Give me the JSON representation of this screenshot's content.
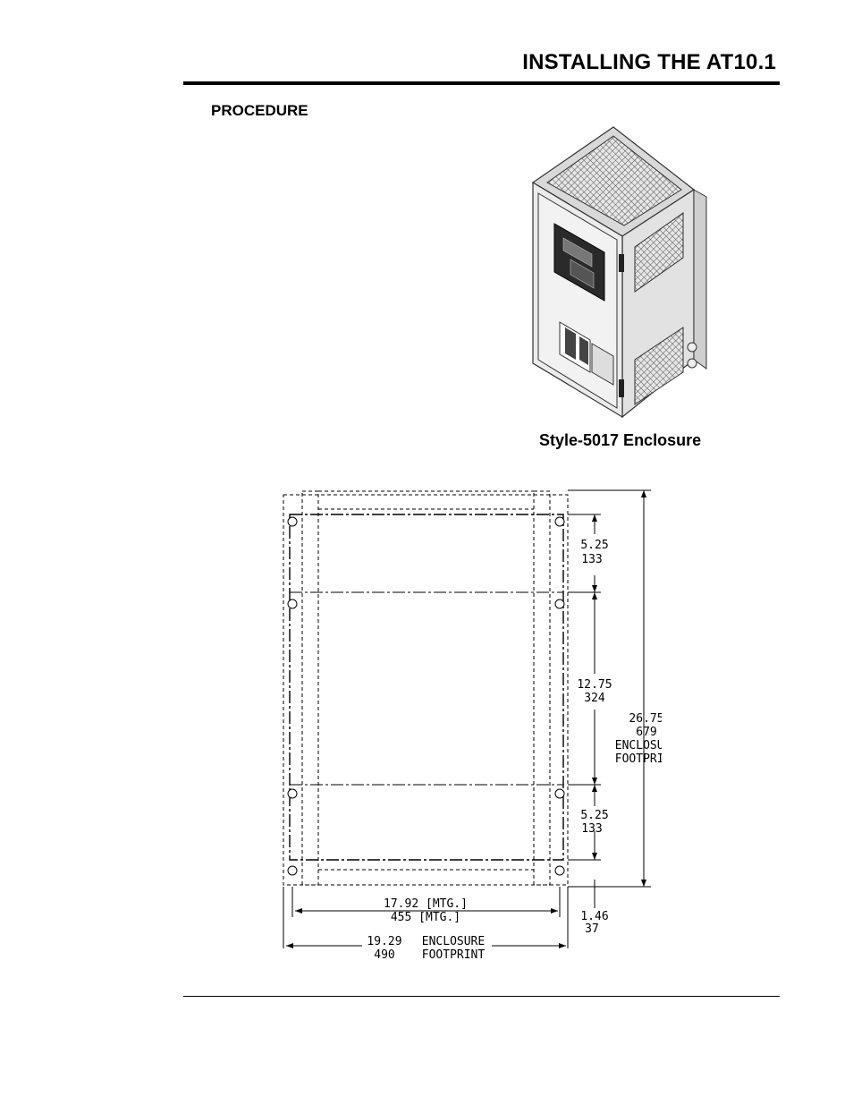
{
  "header": {
    "title": "INSTALLING THE AT10.1"
  },
  "section": {
    "heading": "PROCEDURE"
  },
  "figure": {
    "caption": "Style-5017 Enclosure"
  },
  "drawing": {
    "dim_top_in": "5.25",
    "dim_top_mm": "133",
    "dim_mid_in": "12.75",
    "dim_mid_mm": "324",
    "dim_total_in": "26.75",
    "dim_total_mm": "679",
    "dim_total_label1": "ENCLOSURE",
    "dim_total_label2": "FOOTPRINT",
    "dim_bot_in": "5.25",
    "dim_bot_mm": "133",
    "dim_base_in": "1.46",
    "dim_base_mm": "37",
    "dim_mtg_in": "17.92 [MTG.]",
    "dim_mtg_mm": "455 [MTG.]",
    "dim_width_in": "19.29",
    "dim_width_mm": "490",
    "dim_width_label1": "ENCLOSURE",
    "dim_width_label2": "FOOTPRINT"
  }
}
